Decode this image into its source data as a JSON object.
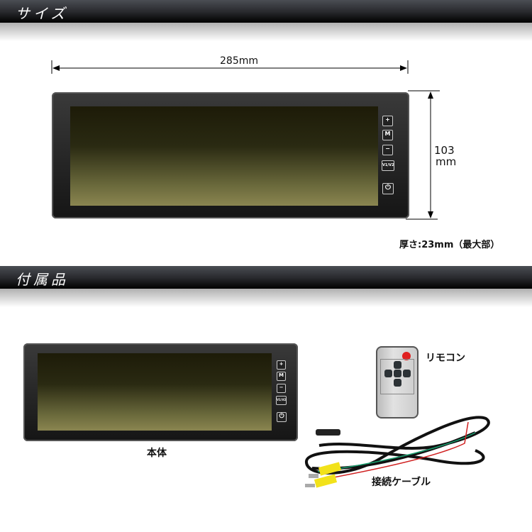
{
  "sections": [
    {
      "title": "サイズ"
    },
    {
      "title": "付属品"
    }
  ],
  "size": {
    "width_label": "285mm",
    "height_value": "103",
    "height_unit": "mm",
    "thickness": "厚さ:23mm（最大部）"
  },
  "monitor_buttons": [
    "+",
    "M",
    "−",
    "V1/V2",
    "⏻"
  ],
  "accessories": {
    "main_unit": "本体",
    "remote": "リモコン",
    "cable": "接続ケーブル"
  },
  "colors": {
    "header": "#1a1a1c",
    "screen": "#2a2a12",
    "remote_power": "#e02020",
    "rca": "#f2e21a"
  }
}
